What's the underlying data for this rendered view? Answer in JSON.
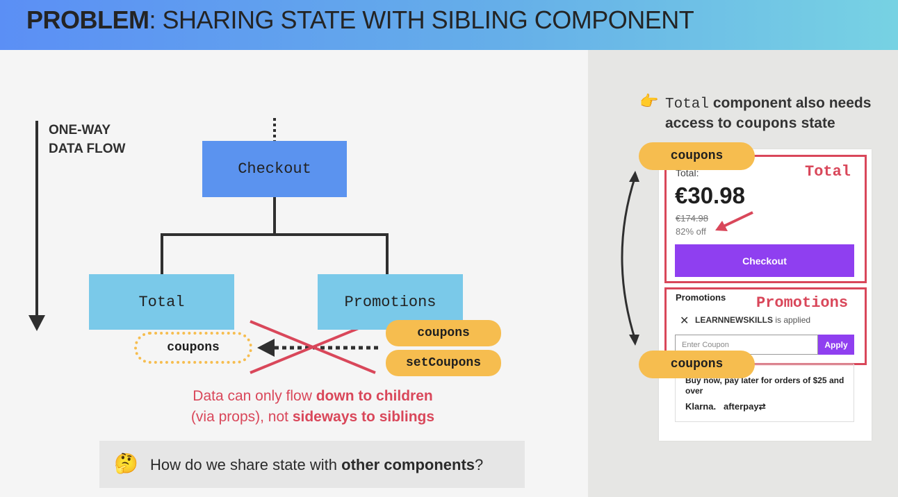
{
  "header": {
    "title_bold": "PROBLEM",
    "title_rest": ": SHARING STATE WITH SIBLING COMPONENT"
  },
  "flow": {
    "line1": "ONE-WAY",
    "line2": "DATA FLOW"
  },
  "tree": {
    "parent": "Checkout",
    "child_left": "Total",
    "child_right": "Promotions"
  },
  "state": {
    "target_slot": "coupons",
    "source_state": "coupons",
    "source_setter": "setCoupons"
  },
  "explanation": {
    "p1": "Data can only flow ",
    "b1": "down to children",
    "p2": "(via props), not ",
    "b2": "sideways to siblings"
  },
  "question": {
    "emoji": "🤔",
    "text": "How do we share state with ",
    "bold": "other components",
    "end": "?"
  },
  "side_note": {
    "hand": "👉",
    "code1": "Total",
    "text1": " component also needs",
    "text2": "access to ",
    "code2": "coupons",
    "text3": " state"
  },
  "ui_preview": {
    "pill_top": "coupons",
    "pill_bottom": "coupons",
    "total_tag": "Total",
    "promotions_tag": "Promotions",
    "total_label": "Total:",
    "price": "€30.98",
    "old_price": "€174.98",
    "discount": "82% off",
    "checkout_button": "Checkout",
    "promotions_title": "Promotions",
    "applied_code": "LEARNNEWSKILLS",
    "applied_suffix": " is applied",
    "coupon_placeholder": "Enter Coupon",
    "apply_button": "Apply",
    "paylater": "Buy now, pay later for orders of $25 and over",
    "klarna": "Klarna.",
    "afterpay": "afterpay"
  },
  "colors": {
    "parent_box": "#5b93ef",
    "child_box": "#7ac9e9",
    "pill": "#f6bd4f",
    "red": "#d9475a",
    "purple": "#8f3ff0"
  }
}
